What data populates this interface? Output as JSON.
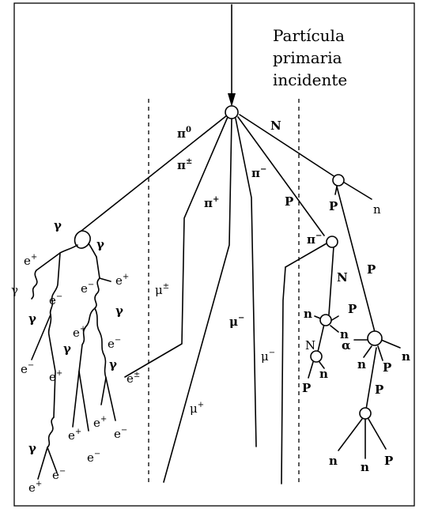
{
  "title_lines": [
    "Partícula",
    "primaria",
    "incidente"
  ],
  "labels": {
    "pi0": "π",
    "pi0_sup": "0",
    "pipm": "π",
    "pipm_sup": "±",
    "N_top": "N",
    "pi_plus": "π",
    "pi_plus_sup": "+",
    "pi_minus_mid": "π",
    "pi_minus_mid_sup": "−",
    "P_mid": "P",
    "gamma_1": "γ",
    "gamma_2": "γ",
    "gamma_3": "γ",
    "gamma_4": "γ",
    "gamma_5": "γ",
    "gamma_6": "γ",
    "gamma_7": "γ",
    "gamma_8": "γ",
    "eplus_1": "e",
    "eplus_1_sup": "+",
    "eplus_2": "e",
    "eplus_2_sup": "+",
    "eplus_3": "e",
    "eplus_3_sup": "+",
    "eplus_4": "e",
    "eplus_4_sup": "+",
    "eplus_5": "e",
    "eplus_5_sup": "+",
    "eplus_6": "e",
    "eplus_6_sup": "+",
    "eplus_7": "e",
    "eplus_7_sup": "+",
    "eminus_1": "e",
    "eminus_1_sup": "−",
    "eminus_2": "e",
    "eminus_2_sup": "−",
    "eminus_3": "e",
    "eminus_3_sup": "−",
    "eminus_4": "e",
    "eminus_4_sup": "−",
    "eminus_5": "e",
    "eminus_5_sup": "−",
    "eminus_6": "e",
    "eminus_6_sup": "−",
    "eminus_7": "e",
    "eminus_7_sup": "−",
    "epm": "e",
    "epm_sup": "±",
    "mupm": "μ",
    "mupm_sup": "±",
    "muminus_1": "μ",
    "muminus_1_sup": "−",
    "muminus_2": "μ",
    "muminus_2_sup": "−",
    "muplus": "μ",
    "muplus_sup": "+",
    "pi_minus_right": "π",
    "pi_minus_right_sup": "−",
    "P_1": "P",
    "n_1": "n",
    "N_2": "N",
    "P_2": "P",
    "n_2": "n",
    "P_3": "P",
    "n_3": "n",
    "N_3": "N",
    "P_4": "P",
    "n_4": "n",
    "alpha": "α",
    "n_5": "n",
    "P_5": "P",
    "n_6": "n",
    "P_6": "P",
    "n_7": "n",
    "n_8": "n",
    "P_7": "P"
  }
}
